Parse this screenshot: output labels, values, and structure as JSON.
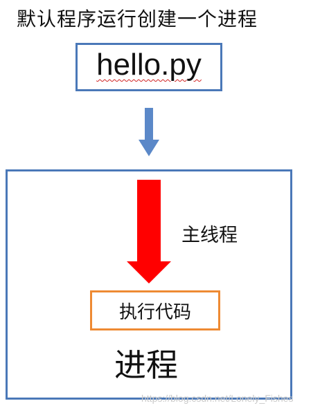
{
  "diagram": {
    "heading": "默认程序运行创建一个进程",
    "file_box": {
      "label": "hello.py"
    },
    "process_box": {
      "thread_label": "主线程",
      "code_box_label": "执行代码",
      "label": "进程"
    },
    "watermark": "https://blog.csdn.net/Lonely_Fishes"
  },
  "colors": {
    "box_border": "#4a78b8",
    "small_arrow": "#5b88c8",
    "main_thread_arrow": "#ff0000",
    "code_box_border": "#ee8a33",
    "text": "#111111"
  }
}
